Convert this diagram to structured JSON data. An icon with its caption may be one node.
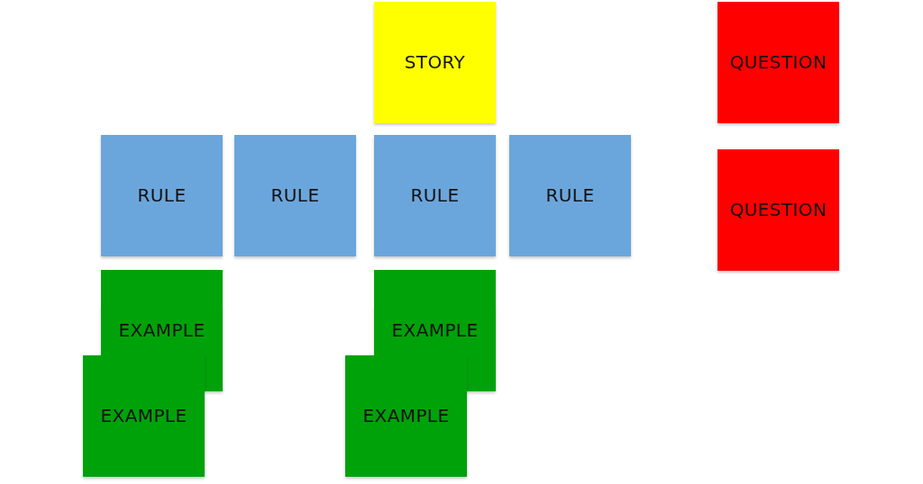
{
  "diagram": {
    "nodes": [
      {
        "text": [
          "STORY"
        ]
      },
      {
        "text": [
          "QUESTION"
        ]
      },
      {
        "text": [
          "RULE"
        ]
      },
      {
        "text": [
          "RULE"
        ]
      },
      {
        "text": [
          "RULE"
        ]
      },
      {
        "text": [
          "RULE"
        ]
      },
      {
        "text": [
          "QUESTION"
        ]
      },
      {
        "text": [
          "EXAMPLE"
        ]
      },
      {
        "text": [
          "EXAMPLE"
        ]
      },
      {
        "text": [
          "EXAMPLE"
        ]
      },
      {
        "text": [
          "EXAMPLE"
        ]
      }
    ]
  }
}
